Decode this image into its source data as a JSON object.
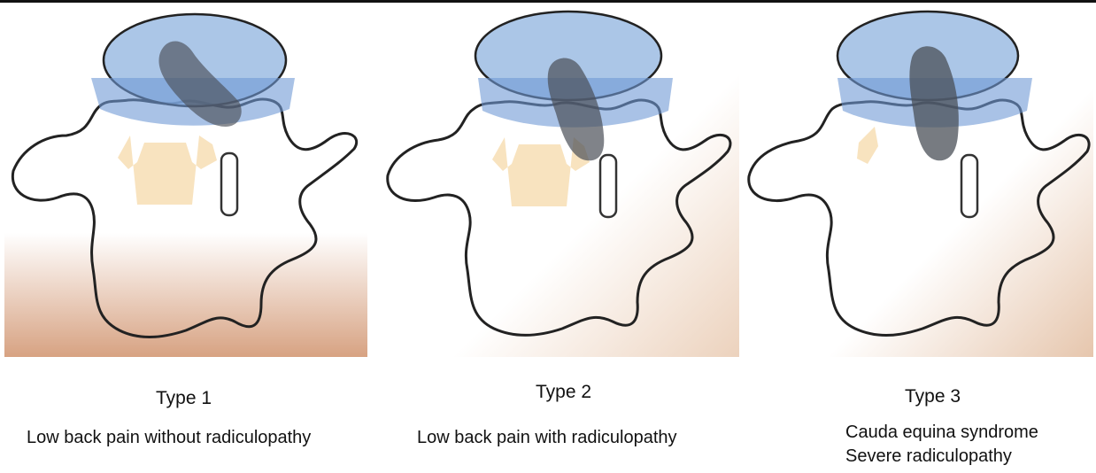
{
  "figure": {
    "colors": {
      "outline": "#222222",
      "cord": "#f8e3bf",
      "disc_fill": "#8fb3df",
      "disc_band": "#6f9ad6",
      "herniation": "#4a4f57",
      "background_tint": "#c98e6f"
    },
    "panels": [
      {
        "type_label": "Type 1",
        "description_lines": [
          "Low back pain without radiculopathy"
        ]
      },
      {
        "type_label": "Type 2",
        "description_lines": [
          "Low back pain with radiculopathy"
        ]
      },
      {
        "type_label": "Type 3",
        "description_lines": [
          "Cauda equina syndrome",
          "Severe radiculopathy"
        ]
      }
    ]
  }
}
